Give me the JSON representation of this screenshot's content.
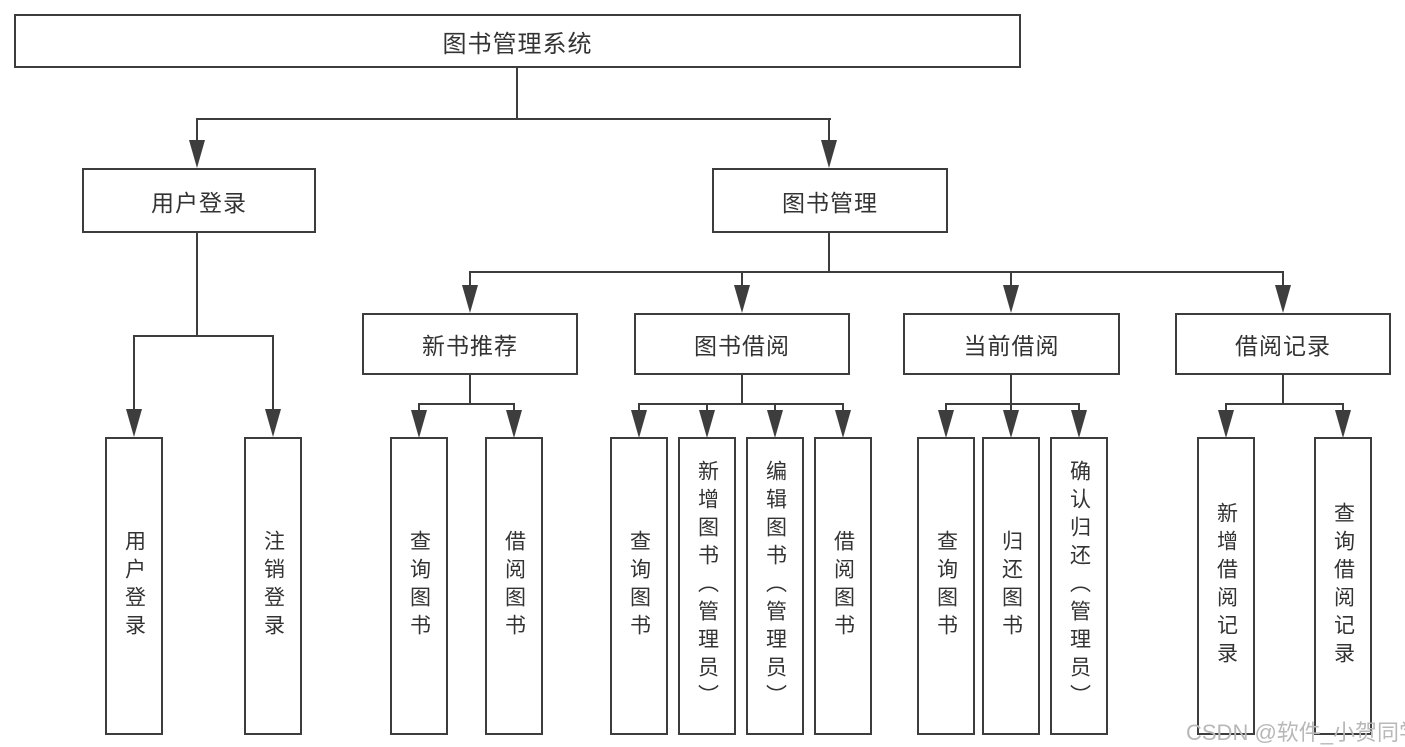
{
  "tree": {
    "root": {
      "label": "图书管理系统"
    },
    "branches": [
      {
        "label": "用户登录",
        "children": [
          {
            "label": "用户登录"
          },
          {
            "label": "注销登录"
          }
        ]
      },
      {
        "label": "图书管理",
        "children": [
          {
            "label": "新书推荐",
            "children": [
              {
                "label": "查询图书"
              },
              {
                "label": "借阅图书"
              }
            ]
          },
          {
            "label": "图书借阅",
            "children": [
              {
                "label": "查询图书"
              },
              {
                "label": "新增图书（管理员）"
              },
              {
                "label": "编辑图书（管理员）"
              },
              {
                "label": "借阅图书"
              }
            ]
          },
          {
            "label": "当前借阅",
            "children": [
              {
                "label": "查询图书"
              },
              {
                "label": "归还图书"
              },
              {
                "label": "确认归还（管理员）"
              }
            ]
          },
          {
            "label": "借阅记录",
            "children": [
              {
                "label": "新增借阅记录"
              },
              {
                "label": "查询借阅记录"
              }
            ]
          }
        ]
      }
    ]
  },
  "watermark": {
    "text": "CSDN @软件_小贺同学",
    "color": "#b8b8b8"
  },
  "colors": {
    "line": "#3d3d3d",
    "box_border": "#3d3d3d",
    "text": "#333333",
    "bg": "#ffffff"
  }
}
